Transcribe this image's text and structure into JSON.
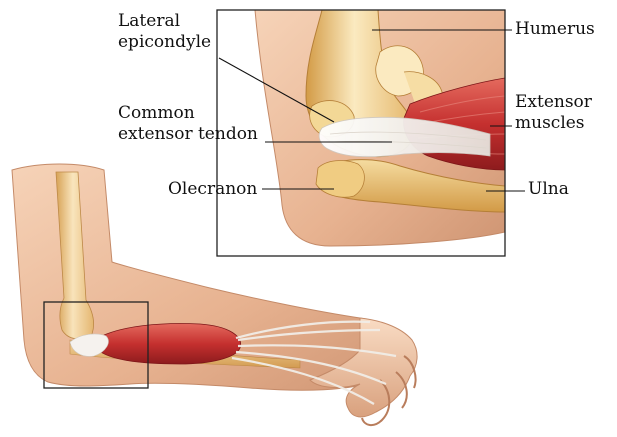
{
  "colors": {
    "skin_light": "#f6d3b8",
    "skin_mid": "#e7b290",
    "skin_shadow": "#c98f6e",
    "bone_light": "#fbecc4",
    "bone_mid": "#f0cf86",
    "bone_dark": "#d09a45",
    "muscle_red": "#c5302f",
    "muscle_dark": "#8d1b1d",
    "tendon": "#f3f1ee",
    "frame": "#222222",
    "text": "#111111"
  },
  "labels": {
    "lateral_epicondyle": [
      "Lateral",
      "epicondyle"
    ],
    "common_extensor_tendon": [
      "Common",
      "extensor tendon"
    ],
    "olecranon": "Olecranon",
    "humerus": "Humerus",
    "extensor_muscles": [
      "Extensor",
      "muscles"
    ],
    "ulna": "Ulna"
  }
}
